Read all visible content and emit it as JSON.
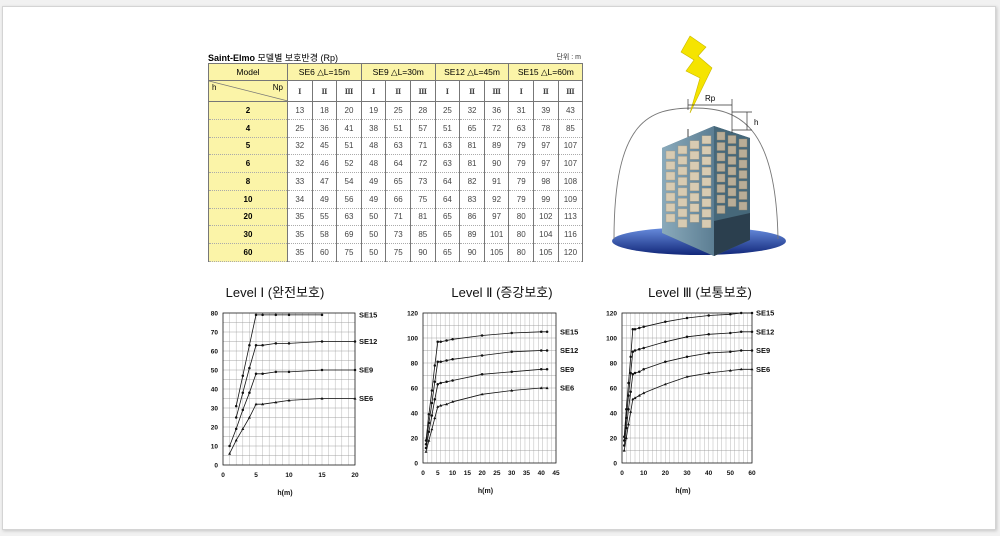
{
  "table": {
    "title_bold": "Saint-Elmo",
    "title_rest": " 모델별 보호반경 (Rp)",
    "unit": "단위 : m",
    "model_label": "Model",
    "h_label": "h",
    "np_label": "Np",
    "groups": [
      "SE6 △L=15m",
      "SE9 △L=30m",
      "SE12 △L=45m",
      "SE15 △L=60m"
    ],
    "levels": [
      "Ⅰ",
      "Ⅱ",
      "Ⅲ"
    ],
    "rows": [
      {
        "h": "2",
        "vals": [
          "13",
          "18",
          "20",
          "19",
          "25",
          "28",
          "25",
          "32",
          "36",
          "31",
          "39",
          "43"
        ]
      },
      {
        "h": "4",
        "vals": [
          "25",
          "36",
          "41",
          "38",
          "51",
          "57",
          "51",
          "65",
          "72",
          "63",
          "78",
          "85"
        ]
      },
      {
        "h": "5",
        "vals": [
          "32",
          "45",
          "51",
          "48",
          "63",
          "71",
          "63",
          "81",
          "89",
          "79",
          "97",
          "107"
        ]
      },
      {
        "h": "6",
        "vals": [
          "32",
          "46",
          "52",
          "48",
          "64",
          "72",
          "63",
          "81",
          "90",
          "79",
          "97",
          "107"
        ]
      },
      {
        "h": "8",
        "vals": [
          "33",
          "47",
          "54",
          "49",
          "65",
          "73",
          "64",
          "82",
          "91",
          "79",
          "98",
          "108"
        ]
      },
      {
        "h": "10",
        "vals": [
          "34",
          "49",
          "56",
          "49",
          "66",
          "75",
          "64",
          "83",
          "92",
          "79",
          "99",
          "109"
        ]
      },
      {
        "h": "20",
        "vals": [
          "35",
          "55",
          "63",
          "50",
          "71",
          "81",
          "65",
          "86",
          "97",
          "80",
          "102",
          "113"
        ]
      },
      {
        "h": "30",
        "vals": [
          "35",
          "58",
          "69",
          "50",
          "73",
          "85",
          "65",
          "89",
          "101",
          "80",
          "104",
          "116"
        ]
      },
      {
        "h": "60",
        "vals": [
          "35",
          "60",
          "75",
          "50",
          "75",
          "90",
          "65",
          "90",
          "105",
          "80",
          "105",
          "120"
        ]
      }
    ]
  },
  "illustration": {
    "rp_label": "Rp",
    "h_label": "h",
    "colors": {
      "bolt": "#f5e400",
      "dome_base": "#2a4aa8",
      "building": "#6f93a6",
      "window": "#d8cbb2"
    }
  },
  "chart_data": [
    {
      "type": "line",
      "title": "Level Ⅰ (완전보호)",
      "xlabel": "h(m)",
      "ylabel": "",
      "xlim": [
        0,
        20
      ],
      "ylim": [
        0,
        80
      ],
      "xticks": [
        0,
        5,
        10,
        15,
        20
      ],
      "yticks": [
        0,
        10,
        20,
        30,
        40,
        50,
        60,
        70,
        80
      ],
      "grid": true,
      "x": [
        1,
        2,
        3,
        4,
        5,
        6,
        8,
        10,
        15,
        20
      ],
      "series": [
        {
          "name": "SE15",
          "values": [
            null,
            31,
            47,
            63,
            79,
            79,
            79,
            79,
            79,
            null
          ]
        },
        {
          "name": "SE12",
          "values": [
            null,
            25,
            38,
            51,
            63,
            63,
            64,
            64,
            65,
            65
          ]
        },
        {
          "name": "SE9",
          "values": [
            10,
            19,
            29,
            38,
            48,
            48,
            49,
            49,
            50,
            50
          ]
        },
        {
          "name": "SE6",
          "values": [
            6,
            13,
            19,
            25,
            32,
            32,
            33,
            34,
            35,
            35
          ]
        }
      ]
    },
    {
      "type": "line",
      "title": "Level Ⅱ (증강보호)",
      "xlabel": "h(m)",
      "ylabel": "",
      "xlim": [
        0,
        45
      ],
      "ylim": [
        0,
        120
      ],
      "xticks": [
        0,
        5,
        10,
        15,
        20,
        25,
        30,
        35,
        40,
        45
      ],
      "yticks": [
        0,
        20,
        40,
        60,
        80,
        100,
        120
      ],
      "grid": true,
      "x": [
        1,
        2,
        3,
        4,
        5,
        6,
        8,
        10,
        20,
        30,
        40,
        42
      ],
      "series": [
        {
          "name": "SE15",
          "values": [
            18,
            39,
            58,
            78,
            97,
            97,
            98,
            99,
            102,
            104,
            105,
            105
          ]
        },
        {
          "name": "SE12",
          "values": [
            15,
            32,
            48,
            65,
            81,
            81,
            82,
            83,
            86,
            89,
            90,
            90
          ]
        },
        {
          "name": "SE9",
          "values": [
            12,
            25,
            38,
            51,
            63,
            64,
            65,
            66,
            71,
            73,
            75,
            75
          ]
        },
        {
          "name": "SE6",
          "values": [
            9,
            18,
            27,
            36,
            45,
            46,
            47,
            49,
            55,
            58,
            60,
            60
          ]
        }
      ]
    },
    {
      "type": "line",
      "title": "Level Ⅲ (보통보호)",
      "xlabel": "h(m)",
      "ylabel": "",
      "xlim": [
        0,
        60
      ],
      "ylim": [
        0,
        120
      ],
      "xticks": [
        0,
        10,
        20,
        30,
        40,
        50,
        60
      ],
      "yticks": [
        0,
        20,
        40,
        60,
        80,
        100,
        120
      ],
      "grid": true,
      "x": [
        1,
        2,
        3,
        4,
        5,
        6,
        8,
        10,
        20,
        30,
        40,
        50,
        55,
        60
      ],
      "series": [
        {
          "name": "SE15",
          "values": [
            21,
            43,
            64,
            85,
            107,
            107,
            108,
            109,
            113,
            116,
            118,
            119,
            120,
            120
          ]
        },
        {
          "name": "SE12",
          "values": [
            18,
            36,
            54,
            72,
            89,
            90,
            91,
            92,
            97,
            101,
            103,
            104,
            105,
            105
          ]
        },
        {
          "name": "SE9",
          "values": [
            14,
            28,
            43,
            57,
            71,
            72,
            73,
            75,
            81,
            85,
            88,
            89,
            90,
            90
          ]
        },
        {
          "name": "SE6",
          "values": [
            10,
            20,
            31,
            41,
            51,
            52,
            54,
            56,
            63,
            69,
            72,
            74,
            75,
            75
          ]
        }
      ]
    }
  ]
}
